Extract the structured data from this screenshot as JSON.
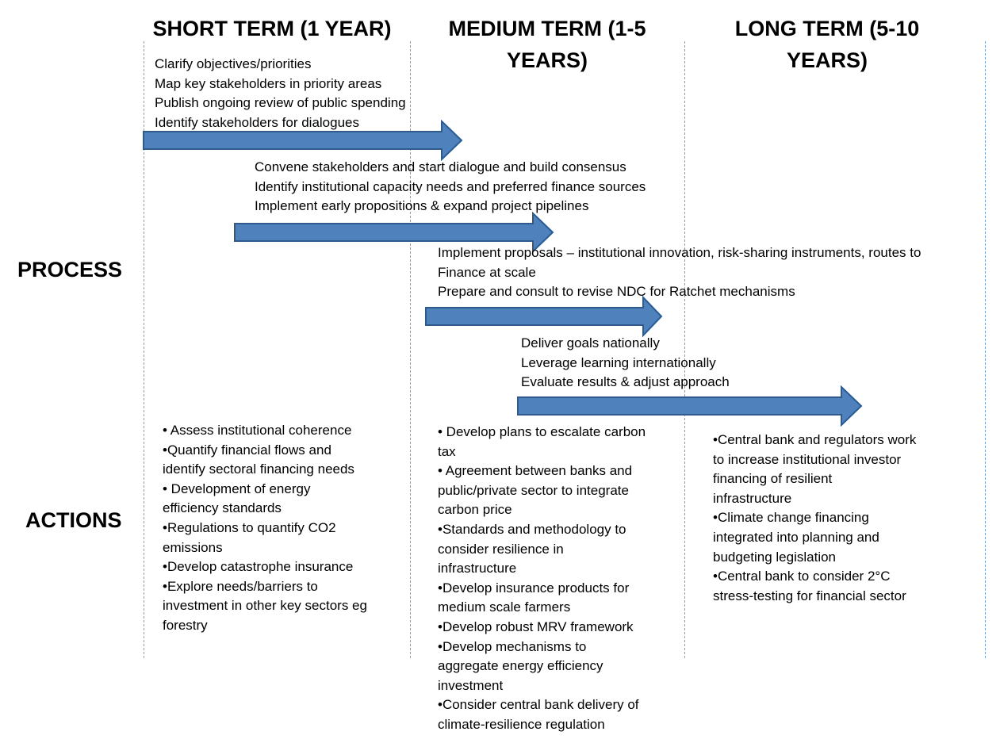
{
  "columns": [
    {
      "header": "SHORT  TERM (1 YEAR)"
    },
    {
      "header": "MEDIUM TERM (1-5\nYEARS)"
    },
    {
      "header": "LONG TERM (5-10\nYEARS)"
    }
  ],
  "rows": {
    "process": "PROCESS",
    "actions": "ACTIONS"
  },
  "process_steps": [
    {
      "lines": [
        "Clarify  objectives/priorities",
        "Map key stakeholders in priority areas",
        "Publish  ongoing review of public spending",
        "Identify stakeholders for dialogues"
      ]
    },
    {
      "lines": [
        "Convene stakeholders and start dialogue and build consensus",
        "Identify institutional capacity needs and preferred finance sources",
        "Implement early propositions & expand project pipelines"
      ]
    },
    {
      "lines": [
        "Implement proposals – institutional innovation, risk-sharing instruments, routes to",
        "Finance at scale",
        "Prepare  and consult to revise NDC for Ratchet mechanisms"
      ]
    },
    {
      "lines": [
        "Deliver goals nationally",
        "Leverage learning internationally",
        "Evaluate results & adjust approach"
      ]
    }
  ],
  "actions": {
    "short": [
      "• Assess institutional coherence",
      "•Quantify financial flows and\nidentify sectoral financing needs",
      "• Development of energy\nefficiency standards",
      "•Regulations to quantify CO2\nemissions",
      "•Develop catastrophe insurance",
      "•Explore needs/barriers to\ninvestment in other key sectors eg\nforestry"
    ],
    "medium": [
      "• Develop plans to escalate carbon\ntax",
      "• Agreement between banks and\npublic/private sector to integrate\ncarbon price",
      "•Standards and methodology to\nconsider resilience in\ninfrastructure",
      "•Develop insurance products for\nmedium scale farmers",
      "•Develop robust MRV framework",
      "•Develop mechanisms to\naggregate energy efficiency\ninvestment",
      "•Consider central bank delivery of\nclimate-resilience regulation"
    ],
    "long": [
      "•Central bank and regulators work\nto increase institutional investor\nfinancing of  resilient\ninfrastructure",
      "•Climate change financing\nintegrated into planning and\nbudgeting legislation",
      "•Central bank to consider 2°C\nstress-testing for financial sector"
    ]
  },
  "colors": {
    "arrow_fill": "#4f81bd",
    "arrow_stroke": "#2e5b8c",
    "divider": "#7aa3cc"
  }
}
